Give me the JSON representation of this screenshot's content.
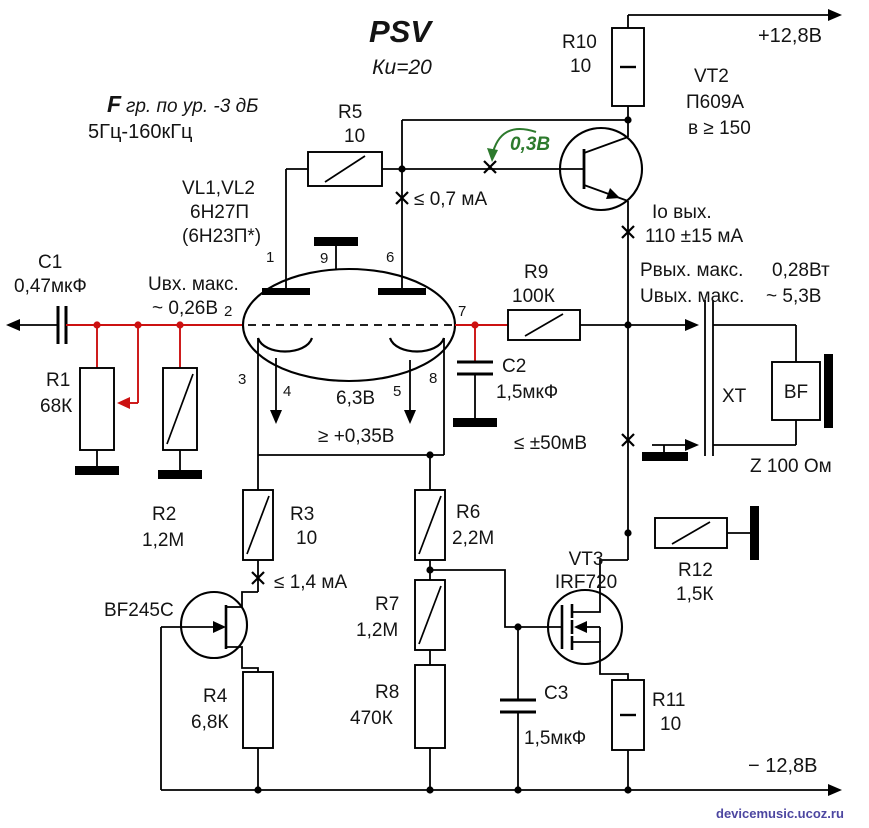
{
  "header": {
    "title": "PSV",
    "gain": "Кu=20",
    "freq_f": "F",
    "freq_rest": "гр. по ур. -3 дБ",
    "freq_range": "5Гц-160кГц"
  },
  "rails": {
    "positive": "+12,8В",
    "negative": "− 12,8В"
  },
  "tube": {
    "refs": "VL1,VL2",
    "type": "6Н27П",
    "alt": "(6Н23П*)",
    "heater_v": "6,3В",
    "cathode_v": "≥ +0,35В",
    "pins": {
      "p1": "1",
      "p9": "9",
      "p6": "6",
      "p2": "2",
      "p7": "7",
      "p3": "3",
      "p4": "4",
      "p5": "5",
      "p8": "8"
    }
  },
  "components": {
    "c1": {
      "ref": "С1",
      "value": "0,47мкФ"
    },
    "c2": {
      "ref": "С2",
      "value": "1,5мкФ"
    },
    "c3": {
      "ref": "С3",
      "value": "1,5мкФ"
    },
    "r1": {
      "ref": "R1",
      "value": "68К"
    },
    "r2": {
      "ref": "R2",
      "value": "1,2М"
    },
    "r3": {
      "ref": "R3",
      "value": "10"
    },
    "r4": {
      "ref": "R4",
      "value": "6,8К"
    },
    "r5": {
      "ref": "R5",
      "value": "10"
    },
    "r6": {
      "ref": "R6",
      "value": "2,2М"
    },
    "r7": {
      "ref": "R7",
      "value": "1,2М"
    },
    "r8": {
      "ref": "R8",
      "value": "470К"
    },
    "r9": {
      "ref": "R9",
      "value": "100К"
    },
    "r10": {
      "ref": "R10",
      "value": "10"
    },
    "r11": {
      "ref": "R11",
      "value": "10"
    },
    "r12": {
      "ref": "R12",
      "value": "1,5К"
    },
    "vt1": {
      "type": "BF245C"
    },
    "vt2": {
      "ref": "VT2",
      "type": "П609А",
      "beta": "в ≥ 150"
    },
    "vt3": {
      "ref": "VT3",
      "type": "IRF720"
    }
  },
  "measurements": {
    "input_max_1": "Uвх. макс.",
    "input_max_2": "~ 0,26В",
    "anode_current": "≤ 0,7 мА",
    "base_voltage": "0,3В",
    "tail_current": "≤ 1,4 мА",
    "output_current_1": "Iо вых.",
    "output_current_2": "110 ±15 мА",
    "output_power_label": "Рвых. макс.",
    "output_power_value": "0,28Вт",
    "output_voltage_label": "Uвых. макс.",
    "output_voltage_value": "~ 5,3В",
    "offset": "≤ ±50мВ"
  },
  "output": {
    "connector": "XT",
    "load": "BF",
    "impedance": "Z 100 Ом"
  },
  "watermark": "devicemusic.ucoz.ru",
  "colors": {
    "wire": "#000000",
    "signal": "#cc1111",
    "measure_green": "#2d7a2d",
    "watermark": "#4c46a0"
  }
}
